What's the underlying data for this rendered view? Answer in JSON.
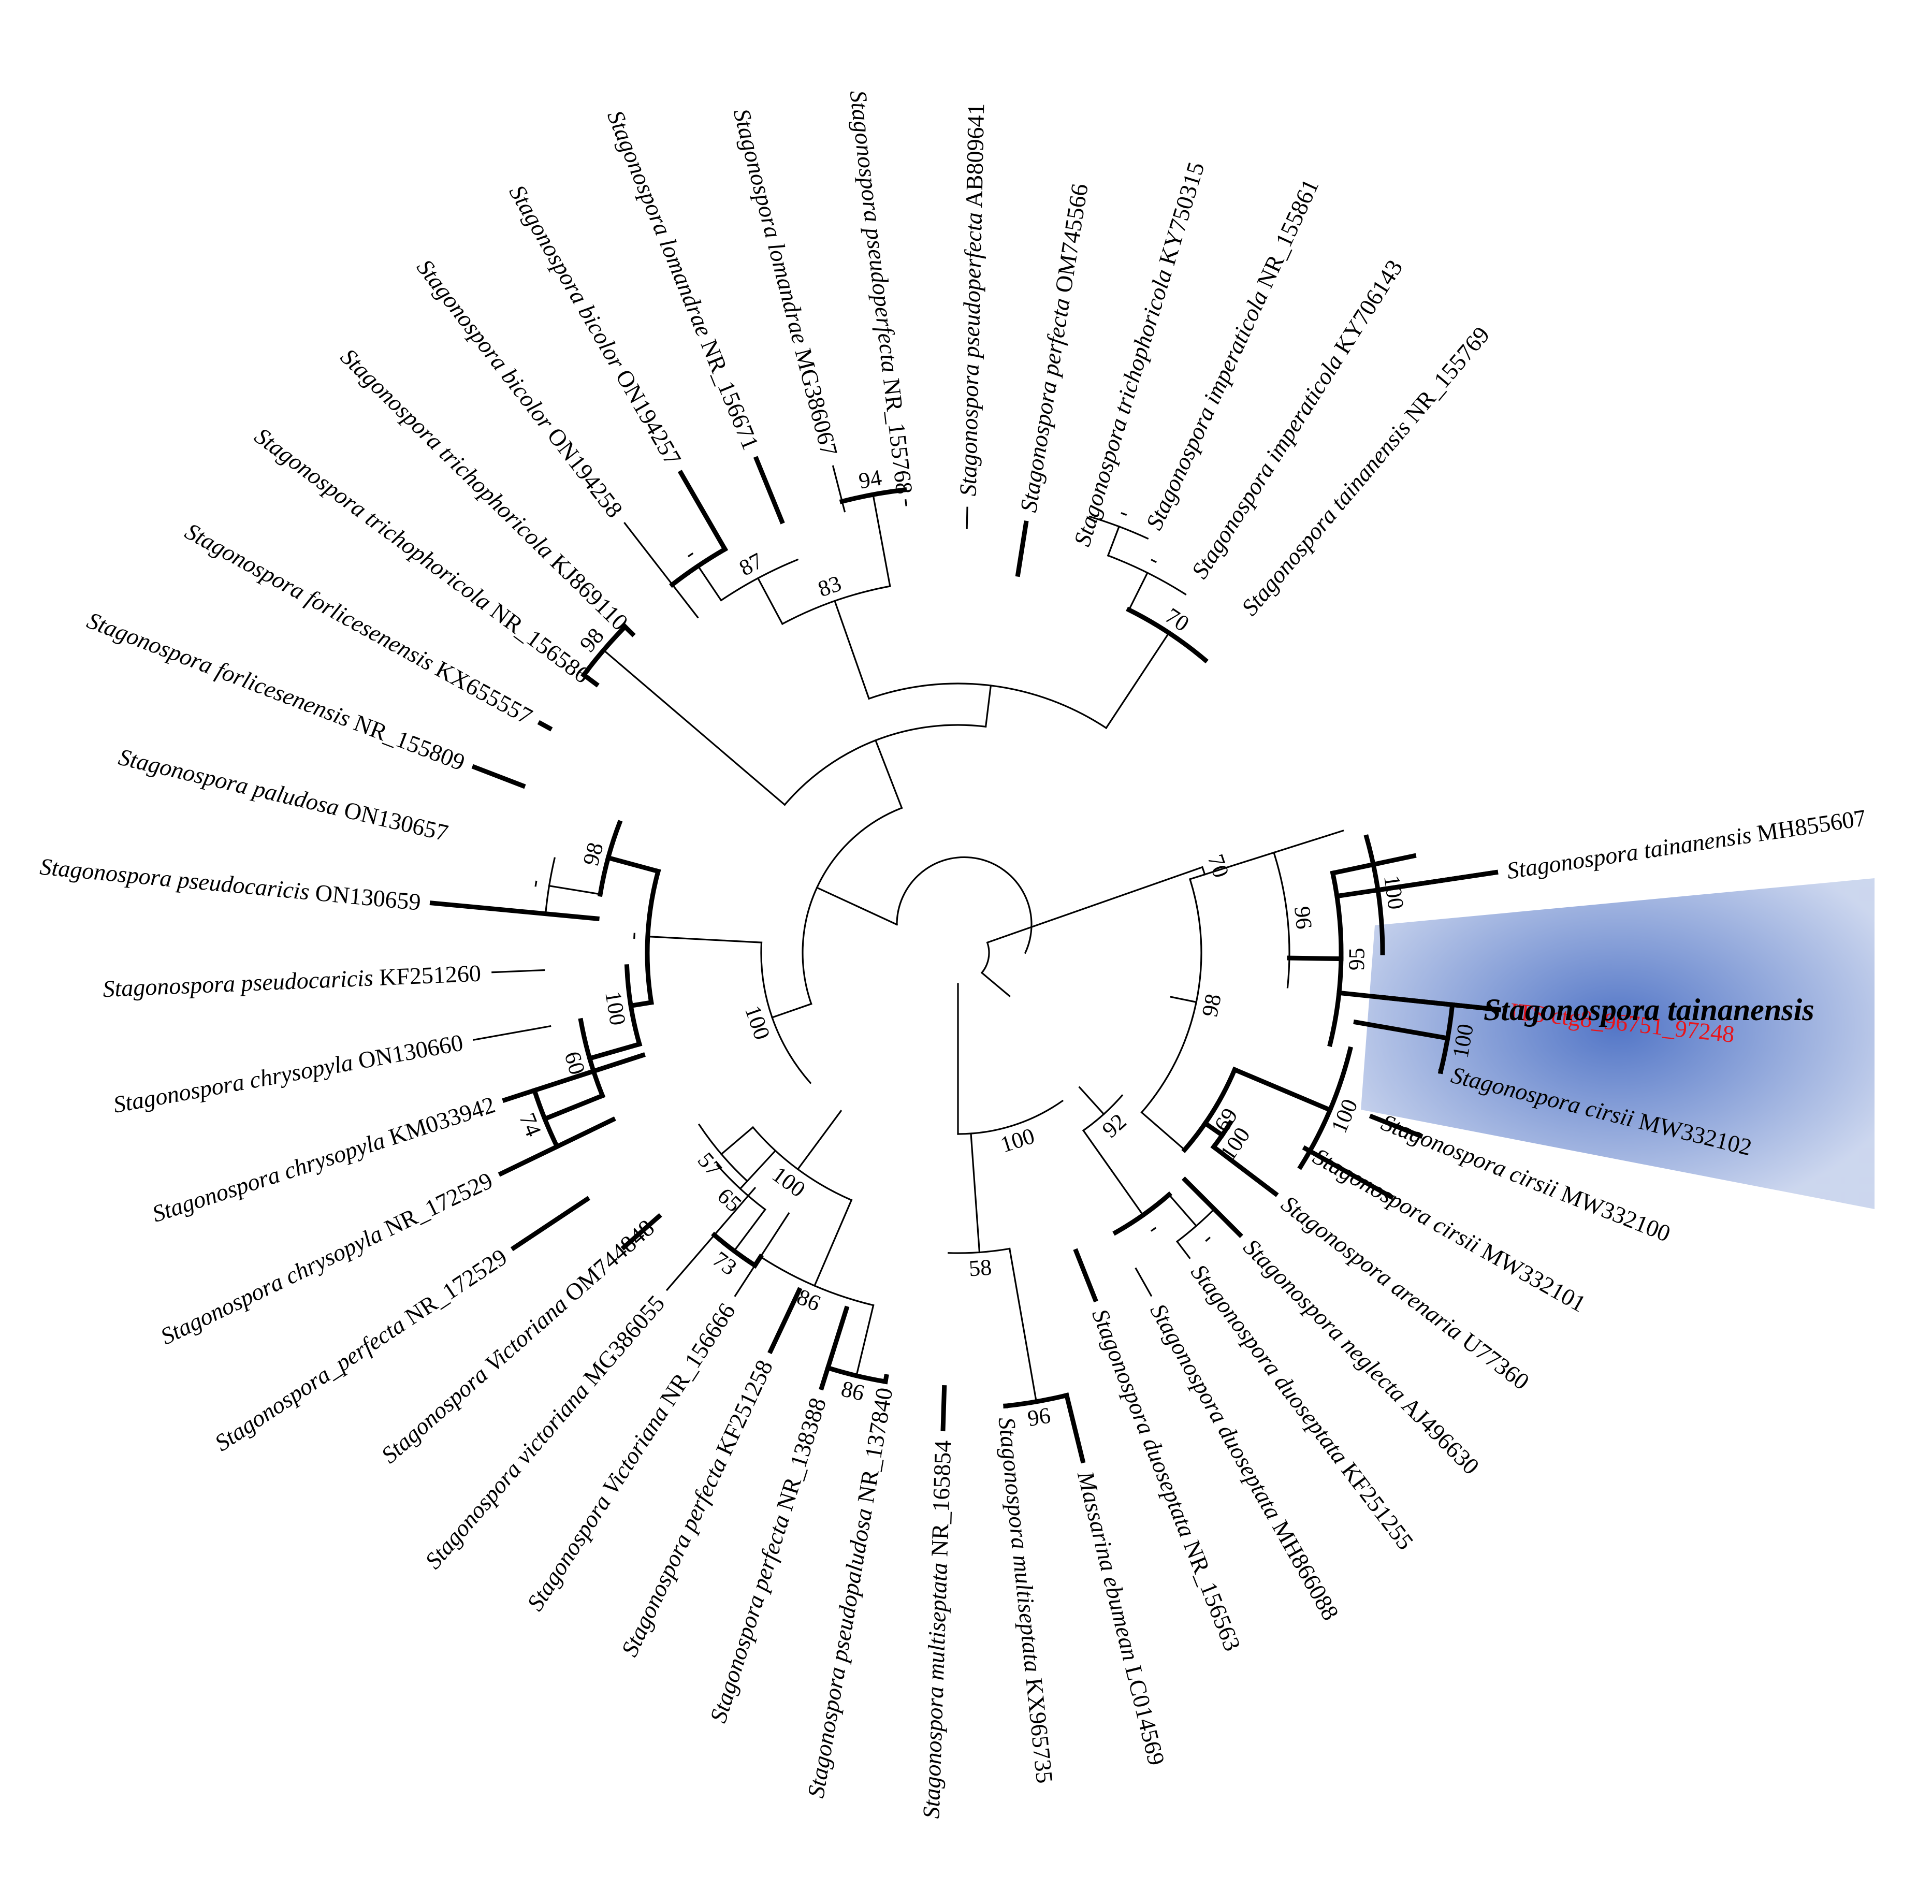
{
  "figure": {
    "highlight_color": "#4a6fc4",
    "highlight_label": "Stagonospora tainanensis"
  },
  "taxa": [
    {
      "genus": "Stagonospora",
      "epithet": "tainanensis",
      "accession": "MH855607"
    },
    {
      "genus": "",
      "epithet": "",
      "accession": "ITS ctg8_96751_97248",
      "highlight": true,
      "color": "#e8141a"
    },
    {
      "genus": "Stagonospora",
      "epithet": "cirsii",
      "accession": "MW332102"
    },
    {
      "genus": "Stagonospora",
      "epithet": "cirsii",
      "accession": "MW332100"
    },
    {
      "genus": "Stagonospora",
      "epithet": "cirsii",
      "accession": "MW332101"
    },
    {
      "genus": "Stagonospora",
      "epithet": "arenaria",
      "accession": "U77360"
    },
    {
      "genus": "Stagonospora",
      "epithet": "neglecta",
      "accession": "AJ496630"
    },
    {
      "genus": "Stagonospora",
      "epithet": "duoseptata",
      "accession": "KF251255"
    },
    {
      "genus": "Stagonospora",
      "epithet": "duoseptata",
      "accession": "MH866088"
    },
    {
      "genus": "Stagonospora",
      "epithet": "duoseptata",
      "accession": "NR_156563"
    },
    {
      "genus": "Massarina",
      "epithet": "ebumean",
      "accession": "LC014569"
    },
    {
      "genus": "Stagonospora",
      "epithet": "multiseptata",
      "accession": "KX965735"
    },
    {
      "genus": "Stagonospora",
      "epithet": "multiseptata",
      "accession": "NR_165854"
    },
    {
      "genus": "Stagonospora",
      "epithet": "pseudopaludosa",
      "accession": "NR_137840"
    },
    {
      "genus": "Stagonospora",
      "epithet": "perfecta",
      "accession": "NR_138388"
    },
    {
      "genus": "Stagonospora",
      "epithet": "perfecta",
      "accession": "KF251258"
    },
    {
      "genus": "Stagonospora",
      "epithet": "Victoriana",
      "accession": " NR_156666"
    },
    {
      "genus": "Stagonospora",
      "epithet": "victoriana",
      "accession": "MG386055"
    },
    {
      "genus": "Stagonospora",
      "epithet": "Victoriana",
      "accession": "OM744848"
    },
    {
      "genus": "Stagonospora_",
      "epithet": "perfecta",
      "accession": "NR_172529"
    },
    {
      "genus": "Stagonospora",
      "epithet": "chrysopyla",
      "accession": "NR_172529"
    },
    {
      "genus": "Stagonospora",
      "epithet": "chrysopyla",
      "accession": "KM033942"
    },
    {
      "genus": "Stagonospora",
      "epithet": "chrysopyla",
      "accession": "ON130660"
    },
    {
      "genus": "Stagonospora",
      "epithet": "pseudocaricis",
      "accession": "KF251260"
    },
    {
      "genus": "Stagonospora",
      "epithet": "pseudocaricis",
      "accession": "ON130659"
    },
    {
      "genus": "Stagonospora",
      "epithet": "paludosa",
      "accession": "ON130657"
    },
    {
      "genus": "Stagonospora",
      "epithet": "forlicesenensis",
      "accession": "NR_155809"
    },
    {
      "genus": "Stagonospora",
      "epithet": "forlicesenensis",
      "accession": "KX655557"
    },
    {
      "genus": "Stagonospora",
      "epithet": "trichophoricola",
      "accession": "NR_156586"
    },
    {
      "genus": "Stagonospora",
      "epithet": "trichophoricola",
      "accession": "KJ869110"
    },
    {
      "genus": "Stagonospora",
      "epithet": "bicolor",
      "accession": "ON194258"
    },
    {
      "genus": "Stagonospora",
      "epithet": "bicolor",
      "accession": "ON194257"
    },
    {
      "genus": "Stagonospora",
      "epithet": "lomandrae",
      "accession": "NR_156671"
    },
    {
      "genus": "Stagonospora",
      "epithet": "lomandrae",
      "accession": "MG386067"
    },
    {
      "genus": "Stagonospora",
      "epithet": "pseudoperfecta",
      "accession": "NR_155768"
    },
    {
      "genus": "Stagonospora",
      "epithet": "pseudoperfecta",
      "accession": "AB809641"
    },
    {
      "genus": "Stagonospora",
      "epithet": "perfecta",
      "accession": "OM745566"
    },
    {
      "genus": "Stagonospora",
      "epithet": "trichophoricola",
      "accession": "KY750315"
    },
    {
      "genus": "Stagonospora",
      "epithet": "imperaticola",
      "accession": "NR_155861"
    },
    {
      "genus": "Stagonospora",
      "epithet": "imperaticola",
      "accession": "KY706143"
    },
    {
      "genus": "Stagonospora",
      "epithet": "tainanensis",
      "accession": "NR_155769"
    },
    {
      "genus": "Stagonospora",
      "epithet": "tainanensis",
      "accession": ""
    }
  ],
  "bootstrap": [
    "100",
    "95",
    "96",
    "70",
    "100",
    "100",
    "100",
    "69",
    "98",
    "-",
    "-",
    "92",
    "100",
    "96",
    "58",
    "86",
    "86",
    "73",
    "65",
    "57",
    "100",
    "74",
    "60",
    "100",
    "-",
    "98",
    "-",
    "100",
    "98",
    "-",
    "87",
    "94",
    "83",
    "-",
    "-",
    "70"
  ]
}
